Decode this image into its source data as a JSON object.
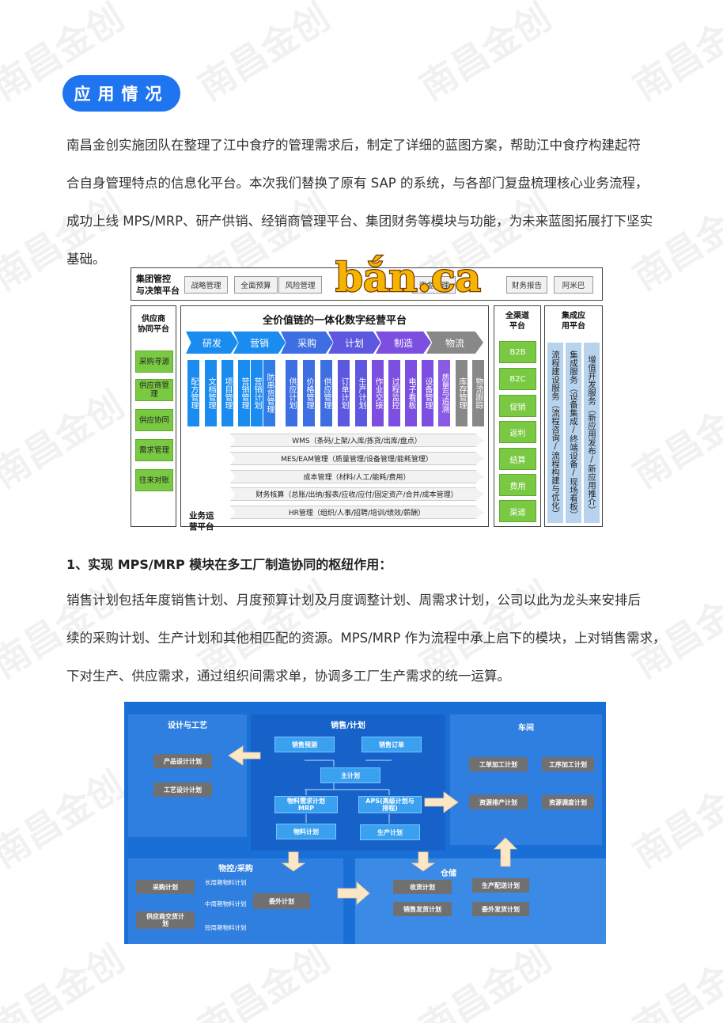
{
  "watermark": "南昌金创",
  "section": {
    "title": "应用情况"
  },
  "intro_lines": [
    "南昌金创实施团队在整理了江中食疗的管理需求后，制定了详细的蓝图方案，帮助江中食疗构建起符",
    "合自身管理特点的信息化平台。本次我们替换了原有 SAP 的系统，与各部门复盘梳理核心业务流程，",
    "成功上线 MPS/MRP、研产供销、经销商管理平台、集团财务等模块与功能，为未来蓝图拓展打下坚实",
    "基础。"
  ],
  "diagram1": {
    "top_title": "集团管控\n与决策平台",
    "top_items": [
      "战略管理",
      "全面预算",
      "风险管理",
      "资金管理",
      "财务报告",
      "阿米巴"
    ],
    "supplier_title": "供应商\n协同平台",
    "supplier_items": [
      "采购寻源",
      "供应商管理",
      "供应协同",
      "需求管理",
      "往来对账"
    ],
    "main_title": "全价值链的一体化数字经营平台",
    "chevrons": [
      "研发",
      "营销",
      "采购",
      "计划",
      "制造",
      "物流"
    ],
    "modules": [
      "配方管理",
      "文档管理",
      "项目管理",
      "营销管理",
      "营销计划",
      "防串货管理",
      "供应计划",
      "价格管理",
      "供应管理",
      "订单计划",
      "生产计划",
      "作业交接",
      "过程监控",
      "电子看板",
      "设备管理",
      "质量与追溯",
      "库存管理",
      "物流跟踪"
    ],
    "ops_label": "业务运\n营平台",
    "ops_strips": [
      "WMS（条码/上架/入库/拣货/出库/盘点）",
      "MES/EAM管理（质量管理/设备管理/能耗管理）",
      "成本管理（材料/人工/能耗/费用）",
      "财务核算（总账/出纳/报表/应收/应付/固定资产/合并/成本管理）",
      "HR管理（组织/人事/招聘/培训/绩效/薪酬）"
    ],
    "channel_title": "全渠道\n平台",
    "channel_items": [
      "B2B",
      "B2C",
      "促销",
      "返利",
      "结算",
      "费用",
      "渠道"
    ],
    "integration_title": "集成应\n用平台",
    "integration_cols": [
      "流程建设服务（流程咨询/流程构建与优化）",
      "集成服务（设备集成/终端设备/现场看板）",
      "增值开发服务（新应用发布/新应用推介）"
    ],
    "logo_text": "bắn.ca"
  },
  "heading2": "1、实现 MPS/MRP 模块在多工厂制造协同的枢纽作用：",
  "para2_lines": [
    "销售计划包括年度销售计划、月度预算计划及月度调整计划、周需求计划，公司以此为龙头来安排后",
    "续的采购计划、生产计划和其他相匹配的资源。MPS/MRP 作为流程中承上启下的模块，上对销售需求，",
    "下对生产、供应需求，通过组织间需求单，协调多工厂生产需求的统一运算。"
  ],
  "diagram2": {
    "design_title": "设计与工艺",
    "design_items": [
      "产品设计计划",
      "工艺设计计划"
    ],
    "sales_title": "销售/计划",
    "sales_items": [
      "销售预测",
      "销售订单",
      "主计划",
      "物料需求计划\nMRP",
      "APS(高级计划与\n排程)",
      "物料计划",
      "生产计划"
    ],
    "workshop_title": "车间",
    "workshop_items": [
      "工单加工计划",
      "工序加工计划",
      "资源排产计划",
      "资源调度计划"
    ],
    "purchase_title": "物控/采购",
    "purchase_items": [
      "采购计划",
      "供应商交货计\n划",
      "委外计划"
    ],
    "purchase_notes": [
      "长周期物料计划",
      "中周期物料计划",
      "短周期物料计划"
    ],
    "warehouse_title": "仓储",
    "warehouse_items": [
      "收货计划",
      "销售发货计划",
      "生产配送计划",
      "委外发货计划"
    ]
  }
}
